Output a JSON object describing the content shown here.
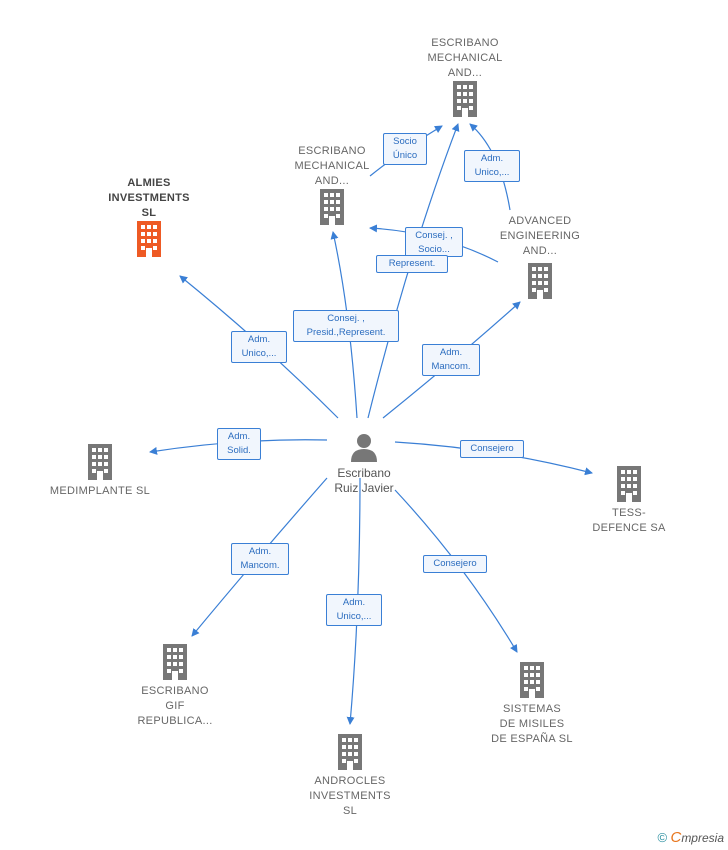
{
  "center": {
    "name": "Escribano\nRuiz Javier",
    "icon": "person-icon"
  },
  "colors": {
    "edge": "#3a7fd5",
    "building": "#777777",
    "building_highlight": "#ee5a24"
  },
  "nodes": [
    {
      "id": "escribano-mechanical-top",
      "name": "ESCRIBANO\nMECHANICAL\nAND..."
    },
    {
      "id": "escribano-mechanical-mid",
      "name": "ESCRIBANO\nMECHANICAL\nAND..."
    },
    {
      "id": "almies-investments",
      "name": "ALMIES\nINVESTMENTS\nSL",
      "highlight": true
    },
    {
      "id": "advanced-engineering",
      "name": "ADVANCED\nENGINEERING\nAND..."
    },
    {
      "id": "medimplante",
      "name": "MEDIMPLANTE SL"
    },
    {
      "id": "tess-defence",
      "name": "TESS-\nDEFENCE SA"
    },
    {
      "id": "escribano-gif",
      "name": "ESCRIBANO\nGIF\nREPUBLICA..."
    },
    {
      "id": "androcles",
      "name": "ANDROCLES\nINVESTMENTS\nSL"
    },
    {
      "id": "sistemas-misiles",
      "name": "SISTEMAS\nDE MISILES\nDE ESPAÑA  SL"
    }
  ],
  "edge_labels": [
    {
      "id": "socio-unico",
      "text": "Socio\nÚnico"
    },
    {
      "id": "adm-unico-advanced",
      "text": "Adm.\nUnico,..."
    },
    {
      "id": "consej-socio",
      "text": "Consej. ,\nSocio..."
    },
    {
      "id": "represent",
      "text": "Represent."
    },
    {
      "id": "consej-presid",
      "text": "Consej. ,\nPresid.,Represent."
    },
    {
      "id": "adm-unico-almies",
      "text": "Adm.\nUnico,..."
    },
    {
      "id": "adm-mancom-advanced",
      "text": "Adm.\nMancom."
    },
    {
      "id": "adm-solid",
      "text": "Adm.\nSolid."
    },
    {
      "id": "consejero-tess",
      "text": "Consejero"
    },
    {
      "id": "adm-mancom-gif",
      "text": "Adm.\nMancom."
    },
    {
      "id": "adm-unico-androcles",
      "text": "Adm.\nUnico,..."
    },
    {
      "id": "consejero-sistemas",
      "text": "Consejero"
    }
  ],
  "footer": {
    "copyright": "©",
    "brand_first": "C",
    "brand_rest": "mpresia"
  }
}
